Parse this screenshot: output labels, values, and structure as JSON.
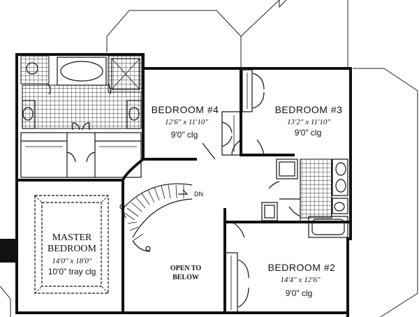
{
  "rooms": {
    "bedroom4": {
      "name": "BEDROOM #4",
      "dims": "12'6\" x 11'10\"",
      "ceiling": "9'0\" clg"
    },
    "bedroom3": {
      "name": "BEDROOM #3",
      "dims": "13'2\" x 11'10\"",
      "ceiling": "9'0\" clg"
    },
    "bedroom2": {
      "name": "BEDROOM #2",
      "dims": "14'4\" x 12'6\"",
      "ceiling": "9'0\" clg"
    },
    "master": {
      "name_line1": "MASTER",
      "name_line2": "BEDROOM",
      "dims": "14'0\" x 18'0\"",
      "ceiling": "10'0\" tray clg"
    },
    "open": {
      "line1": "OPEN TO",
      "line2": "BELOW"
    }
  },
  "stair": {
    "label": "DN"
  },
  "colors": {
    "wall": "#111111",
    "tile": "#333333",
    "background": "#ffffff"
  }
}
